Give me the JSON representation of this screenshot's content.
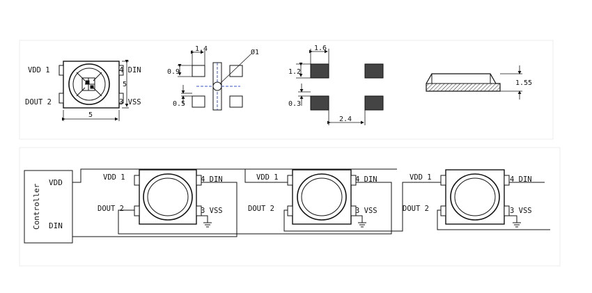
{
  "package": {
    "pin_vdd": "VDD 1",
    "pin_din": "4 DIN",
    "pin_dout": "DOUT 2",
    "pin_vss": "3 VSS",
    "dim_width": "5",
    "dim_height": "5"
  },
  "pads_view": {
    "dim_pad_width": "1.4",
    "dim_pad_height": "0.9",
    "dim_hole": "Ø1",
    "dim_gap": "0.5"
  },
  "footprint": {
    "dim_pad_width": "1.6",
    "dim_pad_height": "1.2",
    "dim_gap": "0.3",
    "dim_pitch": "2.4"
  },
  "side_view": {
    "dim_height": "1.55"
  },
  "schematic": {
    "controller_label": "Controller",
    "controller_vdd": "VDD",
    "controller_din": "DIN",
    "leds": [
      {
        "vdd": "VDD 1",
        "din": "4 DIN",
        "dout": "DOUT 2",
        "vss": "3 VSS"
      },
      {
        "vdd": "VDD 1",
        "din": "4 DIN",
        "dout": "DOUT 2",
        "vss": "3 VSS"
      },
      {
        "vdd": "VDD 1",
        "din": "4 DIN",
        "dout": "DOUT 2",
        "vss": "3 VSS"
      }
    ]
  }
}
